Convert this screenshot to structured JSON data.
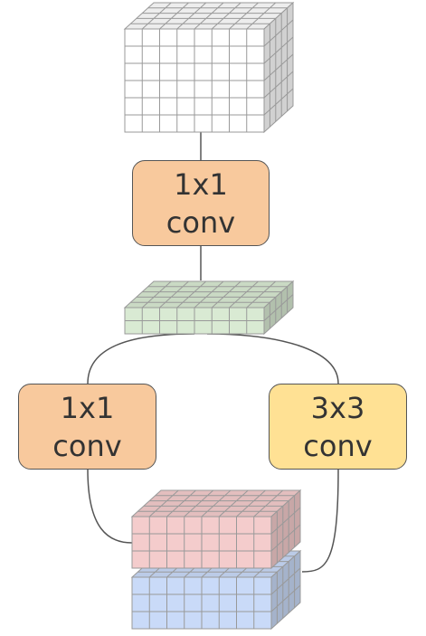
{
  "boxes": {
    "squeeze": {
      "line1": "1x1",
      "line2": "conv",
      "color": "#f8c99d"
    },
    "expand1x1": {
      "line1": "1x1",
      "line2": "conv",
      "color": "#f8c99d"
    },
    "expand3x3": {
      "line1": "3x3",
      "line2": "conv",
      "color": "#ffe194"
    }
  },
  "colors": {
    "input_block": "#ffffff",
    "squeeze_block": "#d9ead3",
    "expand1x1_output": "#f4cccc",
    "expand3x3_output": "#c9daf8",
    "grid_line": "#999999",
    "connector": "#555555"
  }
}
